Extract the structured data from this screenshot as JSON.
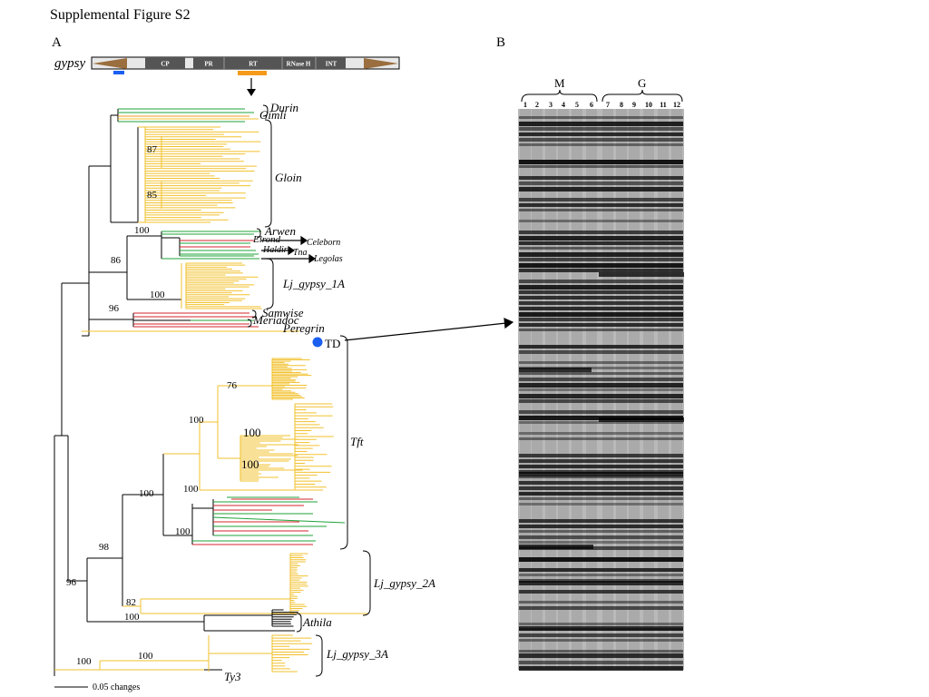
{
  "figure_title": "Supplemental Figure S2",
  "panels": {
    "a": "A",
    "b": "B"
  },
  "gene_diagram": {
    "name": "gypsy",
    "domains": [
      "CP",
      "PR",
      "RT",
      "RNase H",
      "INT"
    ]
  },
  "clades": {
    "durin": "Durin",
    "gimli": "Gimli",
    "gloin": "Gloin",
    "arwen": "Arwen",
    "elrond": "Elrond",
    "celeborn": "Celeborn",
    "haldir": "Haldir",
    "tna": "Tna",
    "legolas": "Legolas",
    "lj1a": "Lj_gypsy_1A",
    "samwise": "Samwise",
    "meriadoc": "Meriadoc",
    "peregrin": "Peregrin",
    "td": "TD",
    "tft": "Tft",
    "lj2a": "Lj_gypsy_2A",
    "athila": "Athila",
    "lj3a": "Lj_gypsy_3A",
    "ty3": "Ty3"
  },
  "bootstrap": {
    "b87": "87",
    "b85": "85",
    "b100a": "100",
    "b86": "86",
    "b100b": "100",
    "b96a": "96",
    "b76": "76",
    "b100c": "100",
    "b100d": "100",
    "b100e": "100",
    "b100f": "100",
    "b100g": "100",
    "b100h": "100",
    "b98": "98",
    "b96b": "96",
    "b82": "82",
    "b100i": "100",
    "b100j": "100",
    "b100k": "100"
  },
  "scale_bar": "0.05 changes",
  "gel": {
    "groups": [
      "M",
      "G"
    ],
    "lanes": [
      "1",
      "2",
      "3",
      "4",
      "5",
      "6",
      "7",
      "8",
      "9",
      "10",
      "11",
      "12"
    ]
  },
  "colors": {
    "yellow": "#f2c12e",
    "green": "#1fa33a",
    "red": "#d6262b",
    "orange": "#f59a1b",
    "blue": "#1a5ff0",
    "gel_bg": "#b9b9b9"
  }
}
